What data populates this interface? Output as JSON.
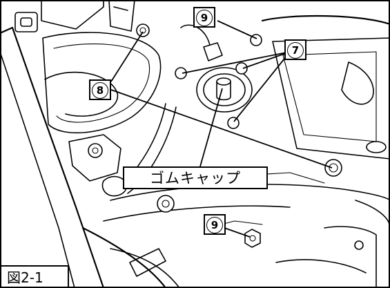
{
  "figure_label": "図2-1",
  "callouts": {
    "seven": "7",
    "eight": "8",
    "nine_top": "9",
    "nine_bottom": "9"
  },
  "part_label": "ゴムキャップ"
}
